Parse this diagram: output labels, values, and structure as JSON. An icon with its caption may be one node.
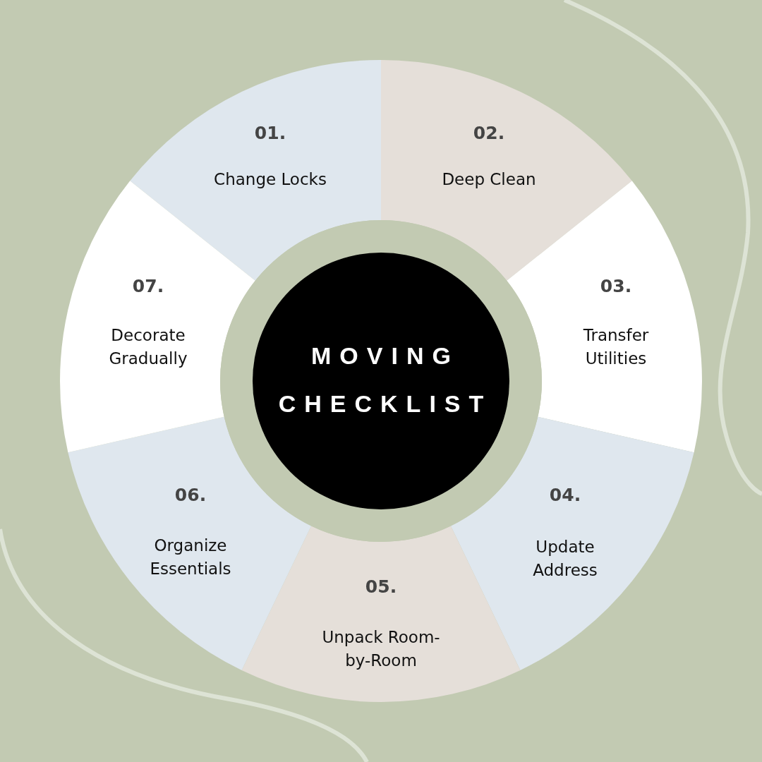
{
  "diagram": {
    "nodes": [
      {
        "text": [
          "MOVING CHECKLIST"
        ]
      },
      {
        "text": [
          "01.",
          "Change Locks"
        ]
      },
      {
        "text": [
          "02.",
          "Deep Clean"
        ]
      },
      {
        "text": [
          "03.",
          "Transfer Utilities"
        ]
      },
      {
        "text": [
          "04.",
          "Update Address"
        ]
      },
      {
        "text": [
          "05.",
          "Unpack Room-by-Room"
        ]
      },
      {
        "text": [
          "06.",
          "Organize Essentials"
        ]
      },
      {
        "text": [
          "07.",
          "Decorate Gradually"
        ]
      }
    ]
  }
}
